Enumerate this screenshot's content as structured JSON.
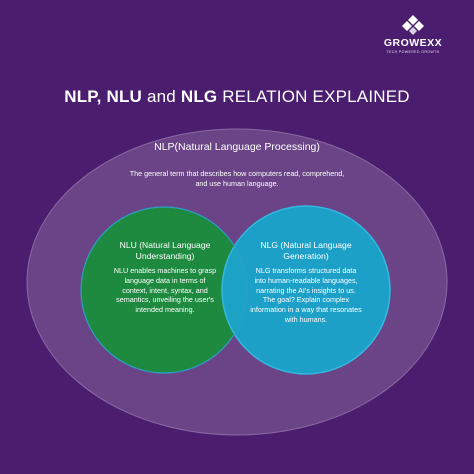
{
  "brand": {
    "name": "GROWEXX",
    "tagline": "TECH POWERED GROWTH"
  },
  "title": {
    "bold_part": "NLP, NLU",
    "middle": " and ",
    "bold_part_2": "NLG",
    "rest": " RELATION EXPLAINED"
  },
  "nlp": {
    "title": "NLP(Natural Language Processing)",
    "description": "The general term that describes how computers read, comprehend, and use human language."
  },
  "nlu": {
    "title": "NLU (Natural Language Understanding)",
    "description": "NLU enables machines to grasp language data in terms of context, intent, syntax, and semantics, unveiling the user's intended meaning."
  },
  "nlg": {
    "title": "NLG (Natural Language Generation)",
    "description": "NLG transforms structured data into human-readable languages, narrating the AI's insights to us. The goal? Explain complex information in a way that resonates with humans."
  },
  "colors": {
    "background": "#4b1d6e",
    "outer_ellipse": "#6a4486",
    "nlu_circle": "#1e8a3f",
    "nlg_circle": "#1ba3c9",
    "circle_border": "#34b8df"
  }
}
